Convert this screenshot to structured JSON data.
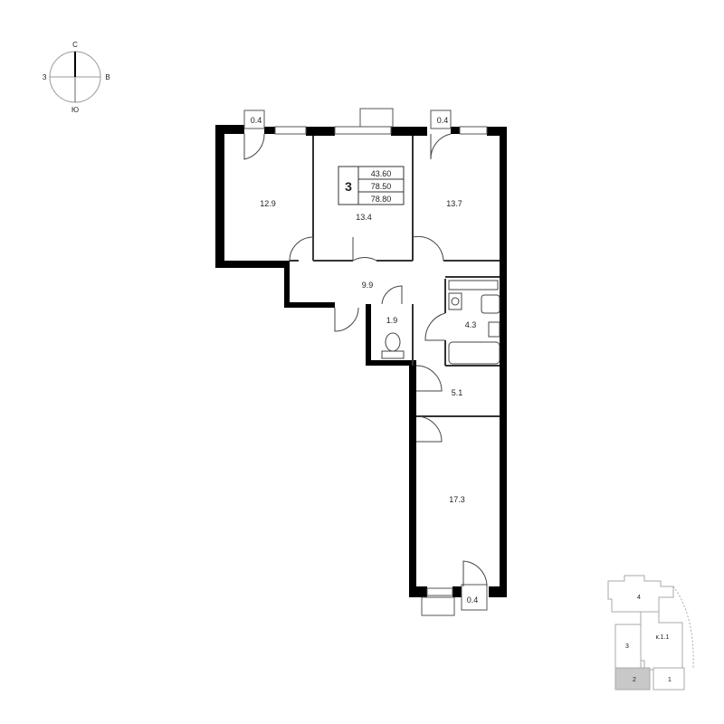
{
  "compass": {
    "north": "С",
    "east": "В",
    "south": "Ю",
    "west": "З"
  },
  "summary": {
    "rooms": "3",
    "living_area": "43.60",
    "total_area": "78.50",
    "total_area_with_balconies": "78.80"
  },
  "rooms": {
    "bedroom_left": "12.9",
    "living_room": "13.4",
    "bedroom_right": "13.7",
    "hall": "9.9",
    "wc": "1.9",
    "bathroom": "4.3",
    "corridor": "5.1",
    "kitchen": "17.3"
  },
  "balconies": {
    "top_left": "0.4",
    "top_right": "0.4",
    "bottom": "0.4"
  },
  "key_plan": {
    "section_4": "4",
    "building": "к.1.1",
    "section_3": "3",
    "section_2": "2",
    "section_1": "1"
  },
  "colors": {
    "wall": "#000000",
    "line": "#444444",
    "highlight": "#c8c8c8"
  }
}
